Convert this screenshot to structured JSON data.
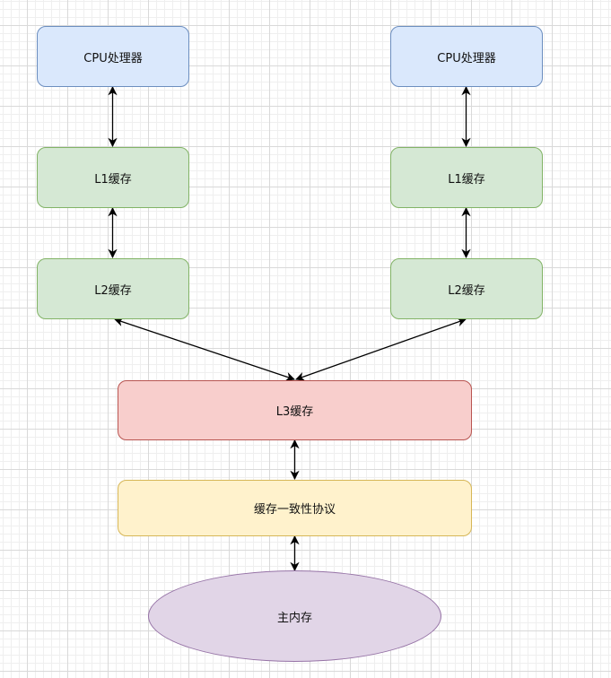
{
  "diagram": {
    "nodes": {
      "cpu_left": {
        "label": "CPU处理器"
      },
      "cpu_right": {
        "label": "CPU处理器"
      },
      "l1_left": {
        "label": "L1缓存"
      },
      "l1_right": {
        "label": "L1缓存"
      },
      "l2_left": {
        "label": "L2缓存"
      },
      "l2_right": {
        "label": "L2缓存"
      },
      "l3": {
        "label": "L3缓存"
      },
      "coherence": {
        "label": "缓存一致性协议"
      },
      "main_memory": {
        "label": "主内存"
      }
    },
    "edges": [
      {
        "from": "cpu_left",
        "to": "l1_left",
        "direction": "both"
      },
      {
        "from": "l1_left",
        "to": "l2_left",
        "direction": "both"
      },
      {
        "from": "cpu_right",
        "to": "l1_right",
        "direction": "both"
      },
      {
        "from": "l1_right",
        "to": "l2_right",
        "direction": "both"
      },
      {
        "from": "l2_left",
        "to": "l3",
        "direction": "both"
      },
      {
        "from": "l2_right",
        "to": "l3",
        "direction": "both"
      },
      {
        "from": "l3",
        "to": "coherence",
        "direction": "both"
      },
      {
        "from": "coherence",
        "to": "main_memory",
        "direction": "both"
      }
    ],
    "colors": {
      "blue_fill": "#dae8fc",
      "blue_stroke": "#6c8ebf",
      "green_fill": "#d5e8d4",
      "green_stroke": "#82b366",
      "red_fill": "#f8cecc",
      "red_stroke": "#b85450",
      "yellow_fill": "#fff2cc",
      "yellow_stroke": "#d6b656",
      "purple_fill": "#e1d5e7",
      "purple_stroke": "#9673a6"
    }
  }
}
